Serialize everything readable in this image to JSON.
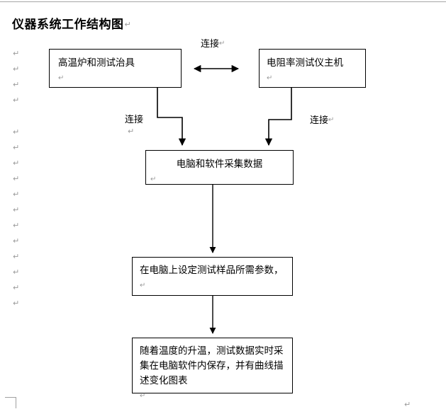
{
  "document": {
    "title": "仪器系统工作结构图",
    "pilcrow_glyph": "↵"
  },
  "boxes": [
    {
      "id": "furnace",
      "text": "高温炉和测试治具",
      "align": "left"
    },
    {
      "id": "host",
      "text": "电阻率测试仪主机",
      "align": "left"
    },
    {
      "id": "acquire",
      "text": "电脑和软件采集数据",
      "align": "center"
    },
    {
      "id": "params",
      "text": "在电脑上设定测试样品所需参数，",
      "align": "left"
    },
    {
      "id": "record",
      "text": "随着温度的升温，测试数据实时采集在电脑软件内保存，并有曲线描述变化图表",
      "align": "left"
    }
  ],
  "connector_labels": {
    "top": "连接",
    "left": "连接",
    "right": "连接"
  },
  "margin_marks": {
    "glyph": "↵",
    "count": 16
  },
  "colors": {
    "ink": "#000000",
    "mark": "#9a9a9a",
    "rule": "#a6a6a6",
    "page": "#ffffff"
  }
}
